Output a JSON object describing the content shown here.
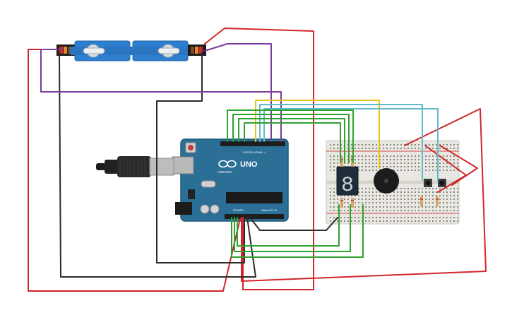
{
  "canvas": {
    "background": "#ffffff"
  },
  "arduino": {
    "model_label": "UNO",
    "brand_label": "ARDUINO",
    "digital_label": "DIGITAL (PWM ~)",
    "analog_label": "ANALOG IN",
    "power_label": "POWER",
    "board_color": "#2b6f97",
    "board_edge_color": "#1d5879"
  },
  "components": {
    "servo_left": {
      "name": "servo-motor",
      "color": "#2f7fd0"
    },
    "servo_right": {
      "name": "servo-motor",
      "color": "#2f7fd0"
    },
    "seven_segment": {
      "digit": "8",
      "color": "#1f2d3a"
    },
    "buzzer": {
      "name": "piezo-buzzer",
      "color": "#1c1c1c"
    },
    "buttons": {
      "count": 2
    },
    "resistors": {
      "count": 4
    },
    "usb_cable": {
      "name": "usb-cable"
    }
  },
  "wire_colors": {
    "red": "#d1262b",
    "black": "#2b2b2b",
    "purple": "#7a3c9a",
    "green": "#2fa12f",
    "yellow": "#e6c21e",
    "cyan": "#5fbcc9"
  }
}
